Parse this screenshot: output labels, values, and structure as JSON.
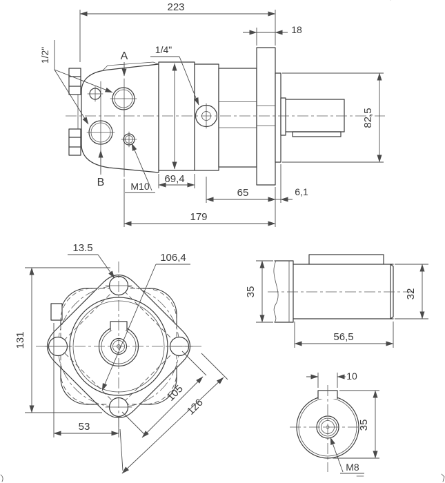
{
  "meta": {
    "background_color": "#ffffff",
    "line_color": "#3c3c3c",
    "dim_text_color": "#383838"
  },
  "side_view": {
    "dim_overall": "223",
    "dim_flange_thickness": "18",
    "dim_pilot_diameter": "82,5",
    "dim_rotor_section": "69,4",
    "dim_body_to_face": "65",
    "dim_pilot_depth": "6,1",
    "dim_port_to_face": "179",
    "label_port_size": "1/2\"",
    "label_drain_port": "1/4\"",
    "label_port_a": "A",
    "label_port_b": "B",
    "label_thread": "M10"
  },
  "front_view": {
    "dim_bolt_hole": "13.5",
    "dim_bolt_circle": "106,4",
    "dim_height": "131",
    "dim_offset": "53",
    "dim_bolt_spacing": "105",
    "dim_corner_spacing": "126"
  },
  "shaft_detail_view": {
    "dim_hub_diameter": "35",
    "dim_shaft_diameter": "32",
    "dim_shaft_length": "56,5"
  },
  "shaft_end_view": {
    "dim_key_width": "10",
    "dim_shaft_height": "35",
    "label_thread": "M8"
  }
}
